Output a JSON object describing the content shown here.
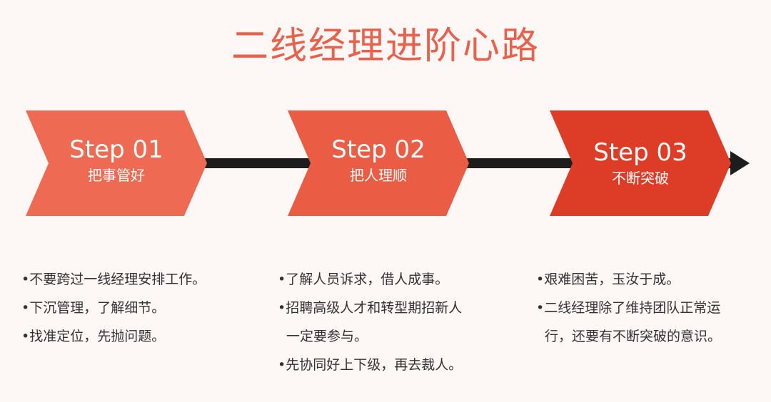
{
  "title": "二线经理进阶心路",
  "steps": [
    {
      "label": "Step 01",
      "sub": "把事管好"
    },
    {
      "label": "Step 02",
      "sub": "把人理顺"
    },
    {
      "label": "Step 03",
      "sub": "不断突破"
    }
  ],
  "columns": [
    {
      "items": [
        "•不要跨过一线经理安排工作。",
        "•下沉管理，了解细节。",
        "•找准定位，先抛问题。"
      ]
    },
    {
      "items": [
        "•了解人员诉求，借人成事。",
        "•招聘高级人才和转型期招新人",
        "一定要参与。",
        "•先协同好上下级，再去裁人。"
      ]
    },
    {
      "items": [
        "•艰难困苦，玉汝于成。",
        "•二线经理除了维持团队正常运",
        "行，还要有不断突破的意识。"
      ]
    }
  ],
  "colors": {
    "title": "#e8614c",
    "step1": "#ee6a52",
    "step2": "#ea5c43",
    "step3": "#dd3d27",
    "line": "#1d1d1d",
    "text": "#333333"
  }
}
